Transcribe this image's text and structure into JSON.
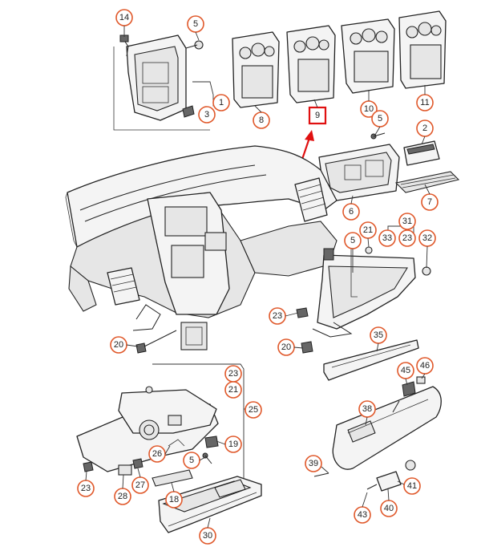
{
  "diagram": {
    "labels": [
      "14",
      "5",
      "1",
      "3",
      "8",
      "9",
      "10",
      "11",
      "5",
      "2",
      "6",
      "7",
      "21",
      "31",
      "33",
      "23",
      "32",
      "5",
      "23",
      "20",
      "35",
      "20",
      "45",
      "46",
      "23",
      "21",
      "25",
      "38",
      "19",
      "26",
      "5",
      "39",
      "23",
      "27",
      "28",
      "18",
      "41",
      "40",
      "43",
      "30"
    ],
    "highlighted_label": "9",
    "colors": {
      "callout_ring": "#e0582a",
      "highlight": "#e01010",
      "line": "#222222"
    }
  }
}
